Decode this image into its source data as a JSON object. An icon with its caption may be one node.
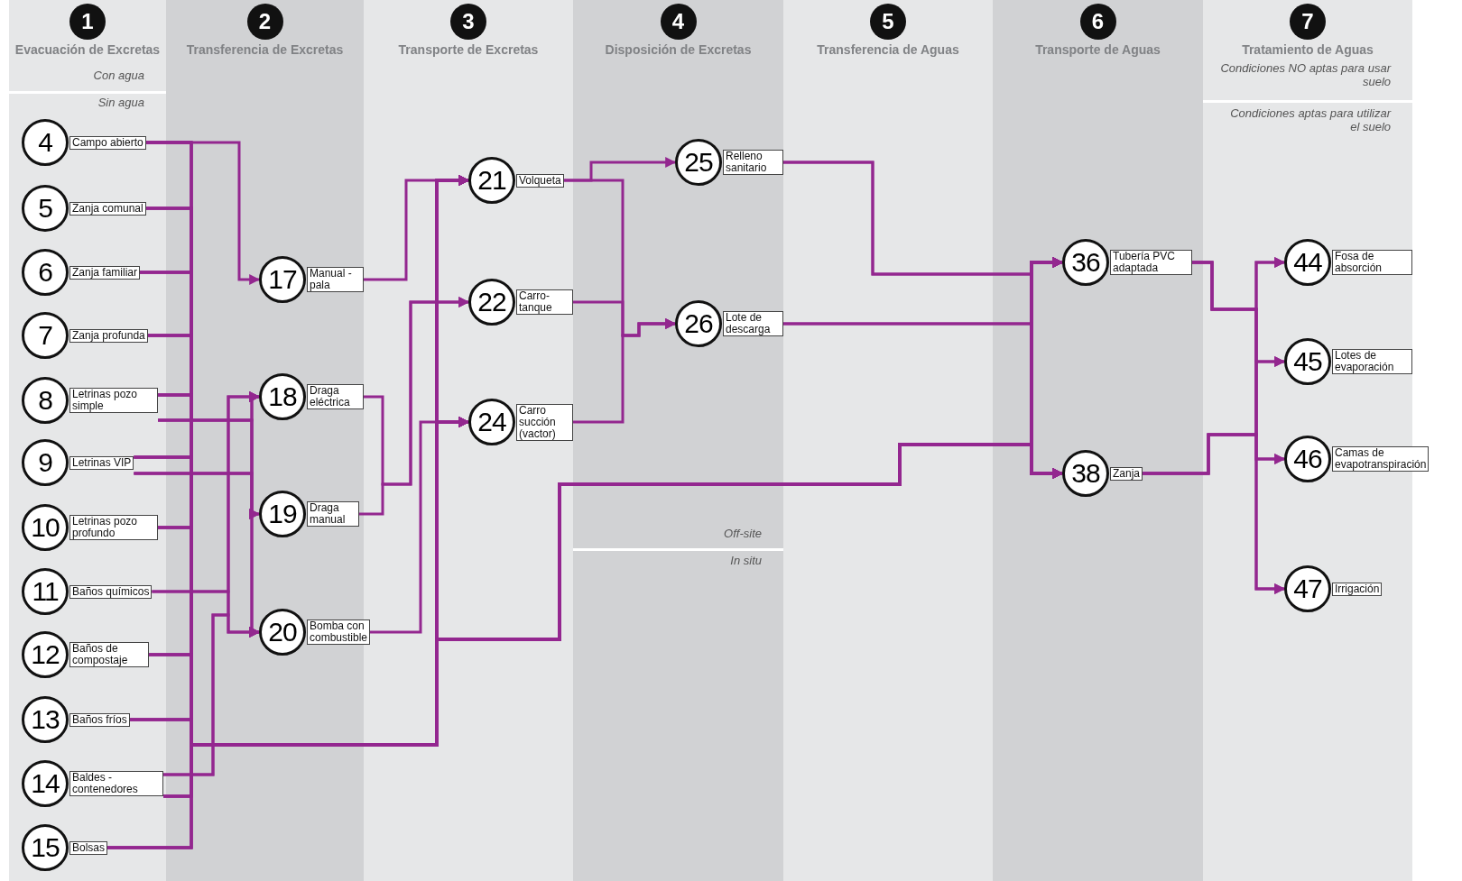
{
  "diagram": {
    "nodes": [
      {
        "text": [
          "1",
          "Evacuación de Excretas"
        ]
      },
      {
        "text": [
          "2",
          "Transferencia de Excretas"
        ]
      },
      {
        "text": [
          "3",
          "Transporte de Excretas"
        ]
      },
      {
        "text": [
          "4",
          "Disposición de Excretas"
        ]
      },
      {
        "text": [
          "5",
          "Transferencia de Aguas"
        ]
      },
      {
        "text": [
          "6",
          "Transporte de Aguas"
        ]
      },
      {
        "text": [
          "7",
          "Tratamiento de Aguas"
        ]
      },
      {
        "text": [
          "4",
          "Campo abierto"
        ],
        "in": 0
      },
      {
        "text": [
          "5",
          "Zanja comunal"
        ],
        "in": 0
      },
      {
        "text": [
          "6",
          "Zanja familiar"
        ],
        "in": 0
      },
      {
        "text": [
          "7",
          "Zanja profunda"
        ],
        "in": 0
      },
      {
        "text": [
          "8",
          "Letrinas pozo simple"
        ],
        "in": 0
      },
      {
        "text": [
          "9",
          "Letrinas VIP"
        ],
        "in": 0
      },
      {
        "text": [
          "10",
          "Letrinas pozo profundo"
        ],
        "in": 0
      },
      {
        "text": [
          "11",
          "Baños químicos"
        ],
        "in": 0
      },
      {
        "text": [
          "12",
          "Baños de compostaje"
        ],
        "in": 0
      },
      {
        "text": [
          "13",
          "Baños fríos"
        ],
        "in": 0
      },
      {
        "text": [
          "14",
          "Baldes - contenedores"
        ],
        "in": 0
      },
      {
        "text": [
          "15",
          "Bolsas"
        ],
        "in": 0
      },
      {
        "text": [
          "17",
          "Manual - pala"
        ],
        "in": 1
      },
      {
        "text": [
          "18",
          "Draga eléctrica"
        ],
        "in": 1
      },
      {
        "text": [
          "19",
          "Draga manual"
        ],
        "in": 1
      },
      {
        "text": [
          "20",
          "Bomba con combustible"
        ],
        "in": 1
      },
      {
        "text": [
          "21",
          "Volqueta"
        ],
        "in": 2
      },
      {
        "text": [
          "22",
          "Carro-tanque"
        ],
        "in": 2
      },
      {
        "text": [
          "24",
          "Carro succión (vactor)"
        ],
        "in": 2
      },
      {
        "text": [
          "25",
          "Relleno sanitario"
        ],
        "in": 3
      },
      {
        "text": [
          "26",
          "Lote de descarga"
        ],
        "in": 3
      },
      {
        "text": [
          "36",
          "Tubería PVC adaptada"
        ],
        "in": 5
      },
      {
        "text": [
          "38",
          "Zanja"
        ],
        "in": 5
      },
      {
        "text": [
          "44",
          "Fosa de absorción"
        ],
        "in": 6
      },
      {
        "text": [
          "45",
          "Lotes de evaporación"
        ],
        "in": 6
      },
      {
        "text": [
          "46",
          "Camas de evapotranspiración"
        ],
        "in": 6
      },
      {
        "text": [
          "47",
          "Irrigación"
        ],
        "in": 6
      }
    ],
    "edges": [
      {
        "from": 7,
        "to": 19,
        "arrow": "to"
      },
      {
        "from": 11,
        "to": 20,
        "arrow": "to"
      },
      {
        "from": 11,
        "to": 21,
        "arrow": "to"
      },
      {
        "from": 11,
        "to": 22,
        "arrow": "to"
      },
      {
        "from": 12,
        "to": 20,
        "arrow": "to"
      },
      {
        "from": 12,
        "to": 21,
        "arrow": "to"
      },
      {
        "from": 12,
        "to": 22,
        "arrow": "to"
      },
      {
        "from": 14,
        "to": 20,
        "arrow": "to"
      },
      {
        "from": 14,
        "to": 22,
        "arrow": "to"
      },
      {
        "from": 17,
        "to": 20,
        "arrow": "to"
      },
      {
        "from": 17,
        "to": 22,
        "arrow": "to"
      },
      {
        "from": 7,
        "to": 23,
        "arrow": "to"
      },
      {
        "from": 7,
        "to": 25,
        "arrow": "to"
      },
      {
        "from": 7,
        "to": 28,
        "arrow": "to"
      },
      {
        "from": 7,
        "to": 29,
        "arrow": "to"
      },
      {
        "from": 8,
        "to": 23,
        "arrow": "to"
      },
      {
        "from": 8,
        "to": 25,
        "arrow": "to"
      },
      {
        "from": 8,
        "to": 28,
        "arrow": "to"
      },
      {
        "from": 8,
        "to": 29,
        "arrow": "to"
      },
      {
        "from": 9,
        "to": 23,
        "arrow": "to"
      },
      {
        "from": 9,
        "to": 25,
        "arrow": "to"
      },
      {
        "from": 9,
        "to": 28,
        "arrow": "to"
      },
      {
        "from": 9,
        "to": 29,
        "arrow": "to"
      },
      {
        "from": 10,
        "to": 23,
        "arrow": "to"
      },
      {
        "from": 10,
        "to": 25,
        "arrow": "to"
      },
      {
        "from": 10,
        "to": 28,
        "arrow": "to"
      },
      {
        "from": 10,
        "to": 29,
        "arrow": "to"
      },
      {
        "from": 11,
        "to": 23,
        "arrow": "to"
      },
      {
        "from": 11,
        "to": 25,
        "arrow": "to"
      },
      {
        "from": 11,
        "to": 28,
        "arrow": "to"
      },
      {
        "from": 11,
        "to": 29,
        "arrow": "to"
      },
      {
        "from": 12,
        "to": 23,
        "arrow": "to"
      },
      {
        "from": 12,
        "to": 25,
        "arrow": "to"
      },
      {
        "from": 12,
        "to": 28,
        "arrow": "to"
      },
      {
        "from": 12,
        "to": 29,
        "arrow": "to"
      },
      {
        "from": 13,
        "to": 23,
        "arrow": "to"
      },
      {
        "from": 13,
        "to": 25,
        "arrow": "to"
      },
      {
        "from": 13,
        "to": 28,
        "arrow": "to"
      },
      {
        "from": 13,
        "to": 29,
        "arrow": "to"
      },
      {
        "from": 15,
        "to": 23,
        "arrow": "to"
      },
      {
        "from": 15,
        "to": 25,
        "arrow": "to"
      },
      {
        "from": 15,
        "to": 28,
        "arrow": "to"
      },
      {
        "from": 15,
        "to": 29,
        "arrow": "to"
      },
      {
        "from": 16,
        "to": 23,
        "arrow": "to"
      },
      {
        "from": 16,
        "to": 25,
        "arrow": "to"
      },
      {
        "from": 16,
        "to": 28,
        "arrow": "to"
      },
      {
        "from": 16,
        "to": 29,
        "arrow": "to"
      },
      {
        "from": 17,
        "to": 23,
        "arrow": "to"
      },
      {
        "from": 17,
        "to": 25,
        "arrow": "to"
      },
      {
        "from": 17,
        "to": 28,
        "arrow": "to"
      },
      {
        "from": 17,
        "to": 29,
        "arrow": "to"
      },
      {
        "from": 18,
        "to": 23,
        "arrow": "to"
      },
      {
        "from": 18,
        "to": 25,
        "arrow": "to"
      },
      {
        "from": 18,
        "to": 28,
        "arrow": "to"
      },
      {
        "from": 18,
        "to": 29,
        "arrow": "to"
      },
      {
        "from": 19,
        "to": 23,
        "arrow": "to"
      },
      {
        "from": 20,
        "to": 24,
        "arrow": "to"
      },
      {
        "from": 21,
        "to": 24,
        "arrow": "to"
      },
      {
        "from": 22,
        "to": 25,
        "arrow": "to"
      },
      {
        "from": 23,
        "to": 26,
        "arrow": "to"
      },
      {
        "from": 23,
        "to": 27,
        "arrow": "to"
      },
      {
        "from": 24,
        "to": 27,
        "arrow": "to"
      },
      {
        "from": 25,
        "to": 27,
        "arrow": "to"
      },
      {
        "from": 26,
        "to": 28,
        "arrow": "to"
      },
      {
        "from": 26,
        "to": 29,
        "arrow": "to"
      },
      {
        "from": 27,
        "to": 28,
        "arrow": "to"
      },
      {
        "from": 27,
        "to": 29,
        "arrow": "to"
      },
      {
        "from": 28,
        "to": 30,
        "arrow": "to"
      },
      {
        "from": 28,
        "to": 31,
        "arrow": "to"
      },
      {
        "from": 28,
        "to": 32,
        "arrow": "to"
      },
      {
        "from": 28,
        "to": 33,
        "arrow": "to"
      },
      {
        "from": 29,
        "to": 30,
        "arrow": "to"
      },
      {
        "from": 29,
        "to": 31,
        "arrow": "to"
      },
      {
        "from": 29,
        "to": 32,
        "arrow": "to"
      },
      {
        "from": 29,
        "to": 33,
        "arrow": "to"
      }
    ],
    "labels": [
      "Con agua",
      "Sin agua",
      "Condiciones NO aptas para usar suelo",
      "Condiciones aptas para utilizar el suelo",
      "Off-site",
      "In situ"
    ]
  }
}
